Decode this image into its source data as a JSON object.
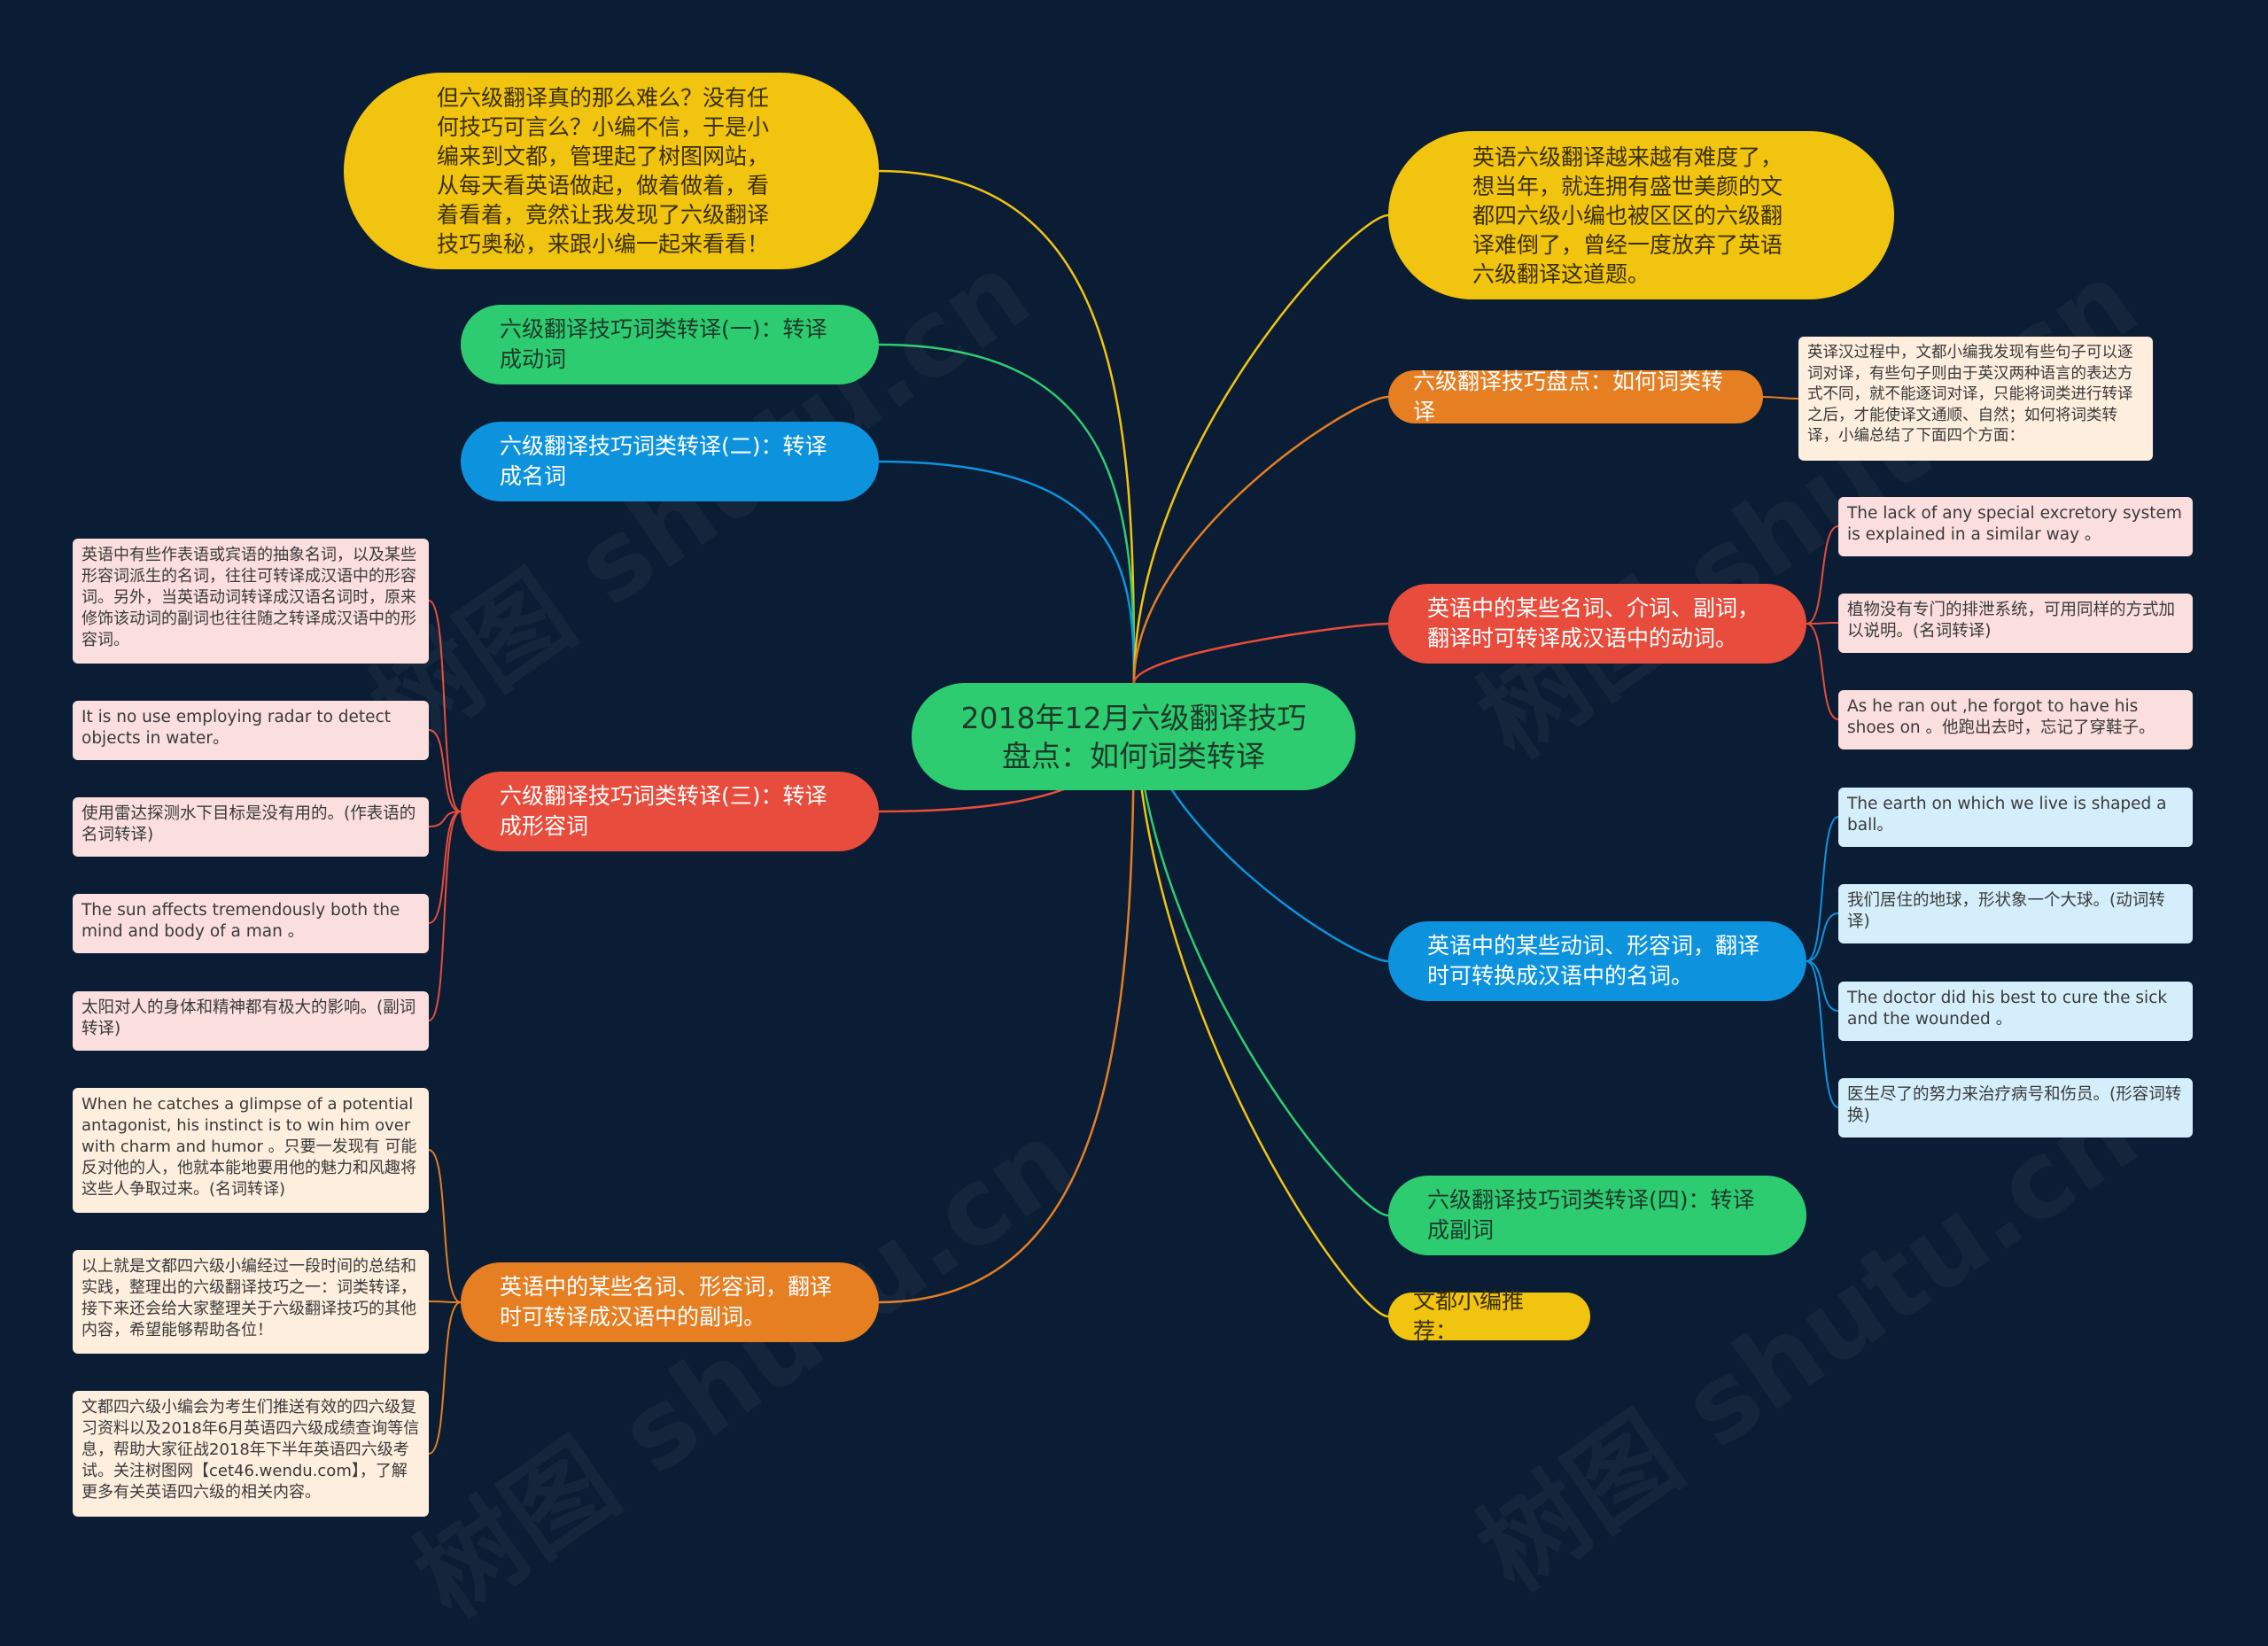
{
  "root": {
    "label": "2018年12月六级翻译技巧盘点：如何词类转译"
  },
  "left": {
    "intro": "但六级翻译真的那么难么？没有任何技巧可言么？小编不信，于是小编来到文都，管理起了树图网站，从每天看英语做起，做着做着，看着看着，竟然让我发现了六级翻译技巧奥秘，来跟小编一起来看看！",
    "b1": "六级翻译技巧词类转译(一)：转译成动词",
    "b2": "六级翻译技巧词类转译(二)：转译成名词",
    "b3": "六级翻译技巧词类转译(三)：转译成形容词",
    "b4": "英语中的某些名词、形容词，翻译时可转译成汉语中的副词。"
  },
  "right": {
    "intro": "英语六级翻译越来越有难度了，想当年，就连拥有盛世美颜的文都四六级小编也被区区的六级翻译难倒了，曾经一度放弃了英语六级翻译这道题。",
    "r1": "六级翻译技巧盘点：如何词类转译",
    "r2": "英语中的某些名词、介词、副词，翻译时可转译成汉语中的动词。",
    "r3": "英语中的某些动词、形容词，翻译时可转换成汉语中的名词。",
    "r4": "六级翻译技巧词类转译(四)：转译成副词",
    "r5": "文都小编推荐："
  },
  "leaves": {
    "r1_note": "英译汉过程中，文都小编我发现有些句子可以逐词对译，有些句子则由于英汉两种语言的表达方式不同，就不能逐词对译，只能将词类进行转译之后，才能使译文通顺、自然；如何将词类转译，小编总结了下面四个方面：",
    "r2_1": "The lack of any special excretory system is explained in a similar way 。",
    "r2_2": "植物没有专门的排泄系统，可用同样的方式加以说明。(名词转译)",
    "r2_3": "As he ran out ,he forgot to have his shoes on 。他跑出去时，忘记了穿鞋子。",
    "r3_1": "The earth on which we live is shaped a ball。",
    "r3_2": "我们居住的地球，形状象一个大球。(动词转译)",
    "r3_3": "The doctor did his best to cure the sick and the wounded 。",
    "r3_4": "医生尽了的努力来治疗病号和伤员。(形容词转换)",
    "b3_1": "英语中有些作表语或宾语的抽象名词，以及某些形容词派生的名词，往往可转译成汉语中的形容词。另外，当英语动词转译成汉语名词时，原来修饰该动词的副词也往往随之转译成汉语中的形容词。",
    "b3_2": "It is no use employing radar to detect objects in water。",
    "b3_3": "使用雷达探测水下目标是没有用的。(作表语的名词转译)",
    "b3_4": "The sun affects tremendously both the mind and body of a man 。",
    "b3_5": "太阳对人的身体和精神都有极大的影响。(副词转译)",
    "b4_1": "When he catches a glimpse of a potential antagonist, his instinct is to win him over with charm and humor 。只要一发现有 可能反对他的人，他就本能地要用他的魅力和风趣将这些人争取过来。(名词转译)",
    "b4_2": "以上就是文都四六级小编经过一段时间的总结和实践，整理出的六级翻译技巧之一：词类转译，接下来还会给大家整理关于六级翻译技巧的其他内容，希望能够帮助各位！",
    "b4_3": "文都四六级小编会为考生们推送有效的四六级复习资料以及2018年6月英语四六级成绩查询等信息，帮助大家征战2018年下半年英语四六级考试。关注树图网【cet46.wendu.com】，了解更多有关英语四六级的相关内容。"
  },
  "watermark": "树图 shutu.cn",
  "colors": {
    "background": "#0b1d34",
    "yellow": "#f1c40f",
    "green": "#2ecc71",
    "blue": "#0d93de",
    "red": "#e74c3c",
    "orange": "#e67e22"
  }
}
